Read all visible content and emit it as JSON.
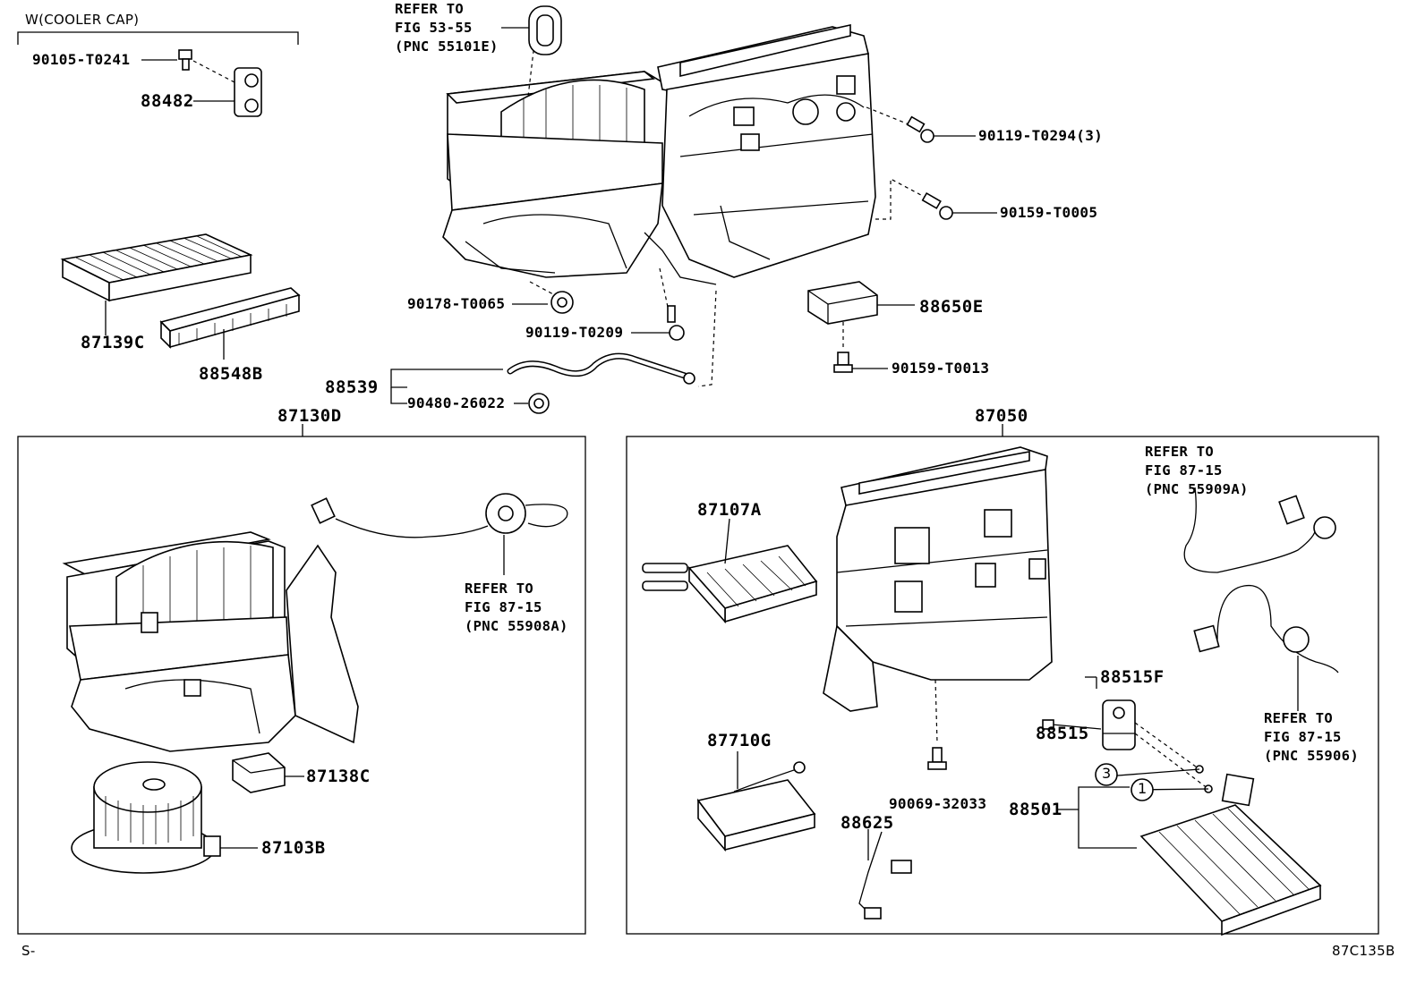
{
  "header": {
    "variant": "W(COOLER CAP)"
  },
  "parts": {
    "p90105": "90105-T0241",
    "p88482": "88482",
    "p87139C": "87139C",
    "p88548B": "88548B",
    "p90178": "90178-T0065",
    "p90119a": "90119-T0209",
    "p88539": "88539",
    "p90480": "90480-26022",
    "p90119b": "90119-T0294(3)",
    "p90159a": "90159-T0005",
    "p88650E": "88650E",
    "p90159b": "90159-T0013",
    "p87130D": "87130D",
    "p87138C": "87138C",
    "p87103B": "87103B",
    "p87050": "87050",
    "p87107A": "87107A",
    "p87710G": "87710G",
    "p90069": "90069-32033",
    "p88625": "88625",
    "p88515F": "88515F",
    "p88515": "88515",
    "p88501": "88501"
  },
  "refs": {
    "top": [
      "REFER TO",
      "FIG 53-55",
      "(PNC 55101E)"
    ],
    "left": [
      "REFER TO",
      "FIG 87-15",
      "(PNC 55908A)"
    ],
    "right_top": [
      "REFER TO",
      "FIG 87-15",
      "(PNC 55909A)"
    ],
    "right_bottom": [
      "REFER TO",
      "FIG 87-15",
      "(PNC 55906)"
    ]
  },
  "callouts": {
    "c3": "3",
    "c1": "1"
  },
  "footer": {
    "left": "S-",
    "right": "87C135B"
  }
}
